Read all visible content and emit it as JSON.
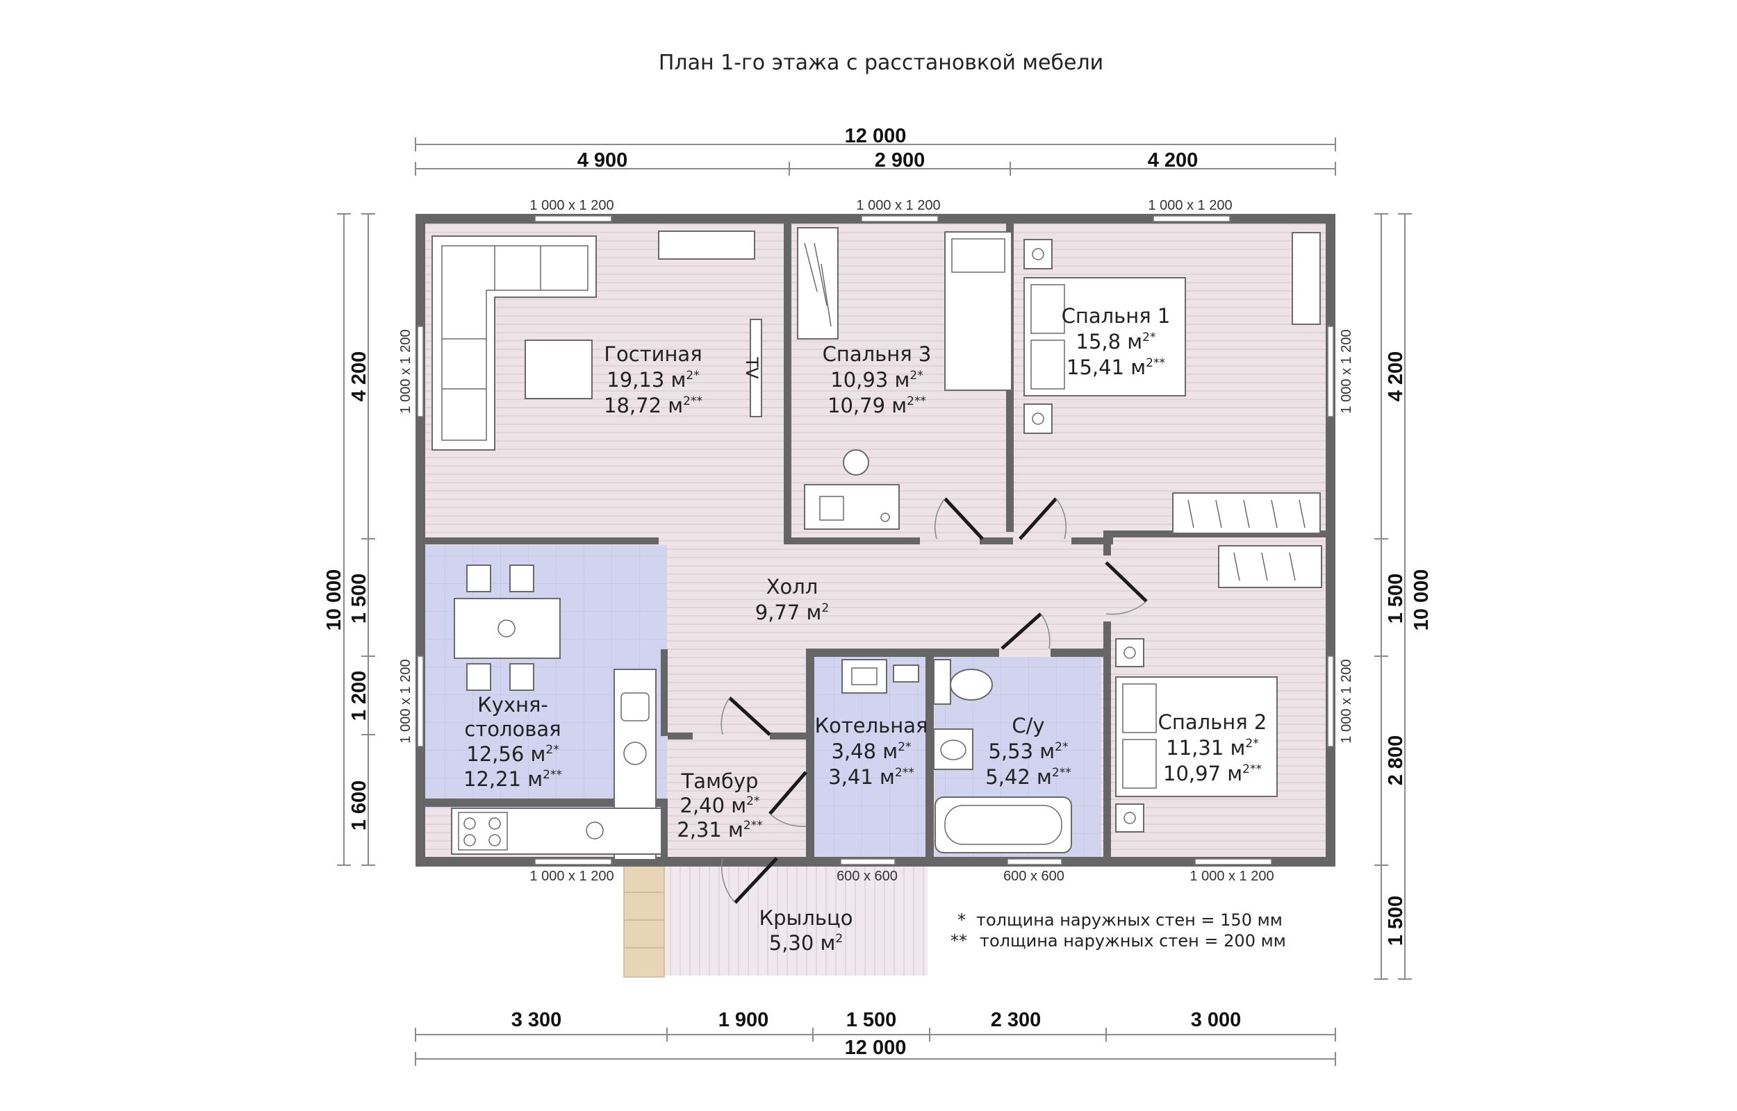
{
  "title": "План 1-го этажа с расстановкой мебели",
  "dimensions": {
    "top_total": "12 000",
    "top_segments": [
      "4 900",
      "2 900",
      "4 200"
    ],
    "bottom_total": "12 000",
    "bottom_segments": [
      "3 300",
      "1 900",
      "1 500",
      "2 300",
      "3 000"
    ],
    "left_total": "10 000",
    "left_segments": [
      "4 200",
      "1 500",
      "1 200",
      "1 600"
    ],
    "right_total": "10 000",
    "right_segments": [
      "4 200",
      "1 500",
      "2 800",
      "1 500"
    ]
  },
  "windows": {
    "top_1": "1 000 x 1 200",
    "top_2": "1 000 x 1 200",
    "top_3": "1 000 x 1 200",
    "left_1": "1 000 x 1 200",
    "left_2": "1 000 x 1 200",
    "right_1": "1 000 x 1 200",
    "right_2": "1 000 x 1 200",
    "bottom_1": "1 000 x 1 200",
    "bottom_2": "600 x 600",
    "bottom_3": "600 x 600",
    "bottom_4": "1 000 x 1 200"
  },
  "rooms": {
    "living": {
      "name": "Гостиная",
      "area1": "19,13 м",
      "area2": "18,72 м"
    },
    "bedroom3": {
      "name": "Спальня 3",
      "area1": "10,93 м",
      "area2": "10,79 м"
    },
    "bedroom1": {
      "name": "Спальня 1",
      "area1": "15,8 м",
      "area2": "15,41 м"
    },
    "hall": {
      "name": "Холл",
      "area": "9,77 м"
    },
    "kitchen": {
      "name1": "Кухня-",
      "name2": "столовая",
      "area1": "12,56 м",
      "area2": "12,21 м"
    },
    "boiler": {
      "name": "Котельная",
      "area1": "3,48 м",
      "area2": "3,41 м"
    },
    "wc": {
      "name": "С/у",
      "area1": "5,53 м",
      "area2": "5,42 м"
    },
    "bedroom2": {
      "name": "Спальня 2",
      "area1": "11,31 м",
      "area2": "10,97 м"
    },
    "vestibule": {
      "name": "Тамбур",
      "area1": "2,40 м",
      "area2": "2,31 м"
    },
    "porch": {
      "name": "Крыльцо",
      "area": "5,30 м"
    }
  },
  "sup": {
    "one": "2*",
    "two": "2**",
    "plain": "2"
  },
  "tv_label": "TV",
  "notes": [
    {
      "mark": "*",
      "text": "толщина наружных стен = 150 мм"
    },
    {
      "mark": "**",
      "text": "толщина наружных стен = 200 мм"
    }
  ],
  "colors": {
    "wall": "#666666",
    "floor_pink": "#ede3e6",
    "floor_blue": "#d2d3ee",
    "porch_wood": "#e7d5b6"
  }
}
